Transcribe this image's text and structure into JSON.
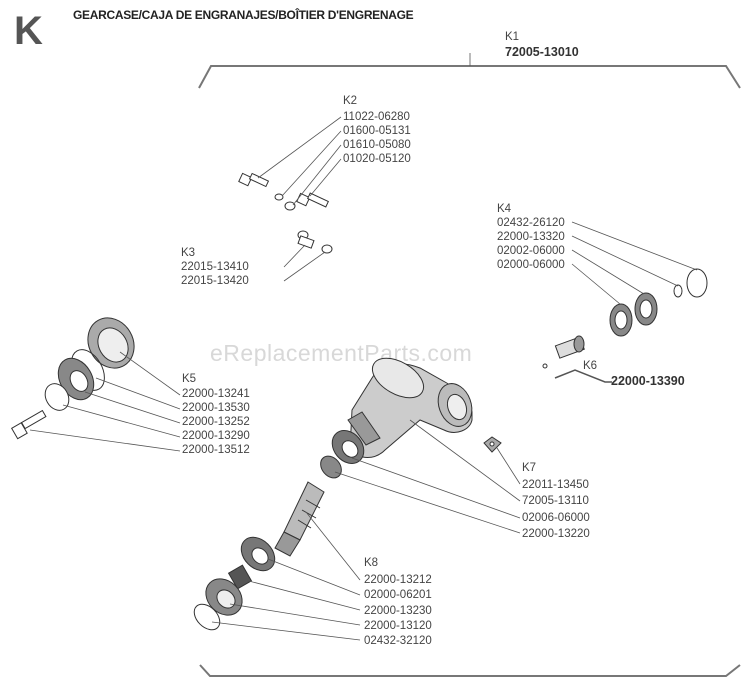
{
  "page": {
    "section_letter": "K",
    "title": "GEARCASE/CAJA DE ENGRANAJES/BOÎTIER D'ENGRENAGE",
    "watermark": "eReplacementParts.com"
  },
  "groups": {
    "K1": {
      "label": "K1",
      "parts": [
        "72005-13010"
      ]
    },
    "K2": {
      "label": "K2",
      "parts": [
        "11022-06280",
        "01600-05131",
        "01610-05080",
        "01020-05120"
      ]
    },
    "K3": {
      "label": "K3",
      "parts": [
        "22015-13410",
        "22015-13420"
      ]
    },
    "K4": {
      "label": "K4",
      "parts": [
        "02432-26120",
        "22000-13320",
        "02002-06000",
        "02000-06000"
      ]
    },
    "K5": {
      "label": "K5",
      "parts": [
        "22000-13241",
        "22000-13530",
        "22000-13252",
        "22000-13290",
        "22000-13512"
      ]
    },
    "K6": {
      "label": "K6",
      "parts": [
        "22000-13390"
      ]
    },
    "K7": {
      "label": "K7",
      "parts": [
        "22011-13450",
        "72005-13110",
        "02006-06000",
        "22000-13220"
      ]
    },
    "K8": {
      "label": "K8",
      "parts": [
        "22000-13212",
        "02000-06201",
        "22000-13230",
        "22000-13120",
        "02432-32120"
      ]
    }
  },
  "icons": [
    "gearcase-diagram",
    "bolt-icon",
    "washer-icon",
    "bearing-icon",
    "gear-icon",
    "shaft-icon",
    "clip-icon"
  ]
}
